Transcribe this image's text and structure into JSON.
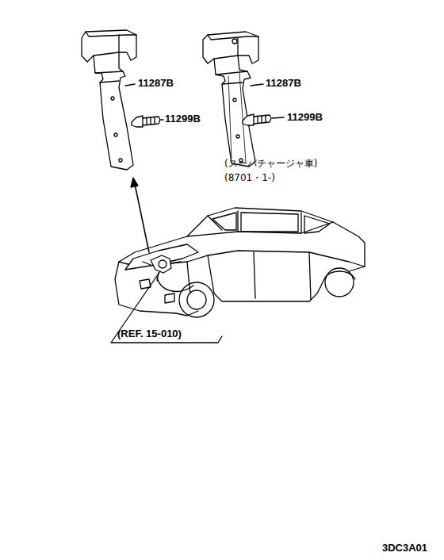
{
  "diagram": {
    "labels": [
      "11287B",
      "11299B",
      "11287B",
      "11299B",
      "(スーパチャージャ車)",
      "(8701・1-)",
      "(REF. 15-010)",
      "3DC3A01"
    ]
  }
}
